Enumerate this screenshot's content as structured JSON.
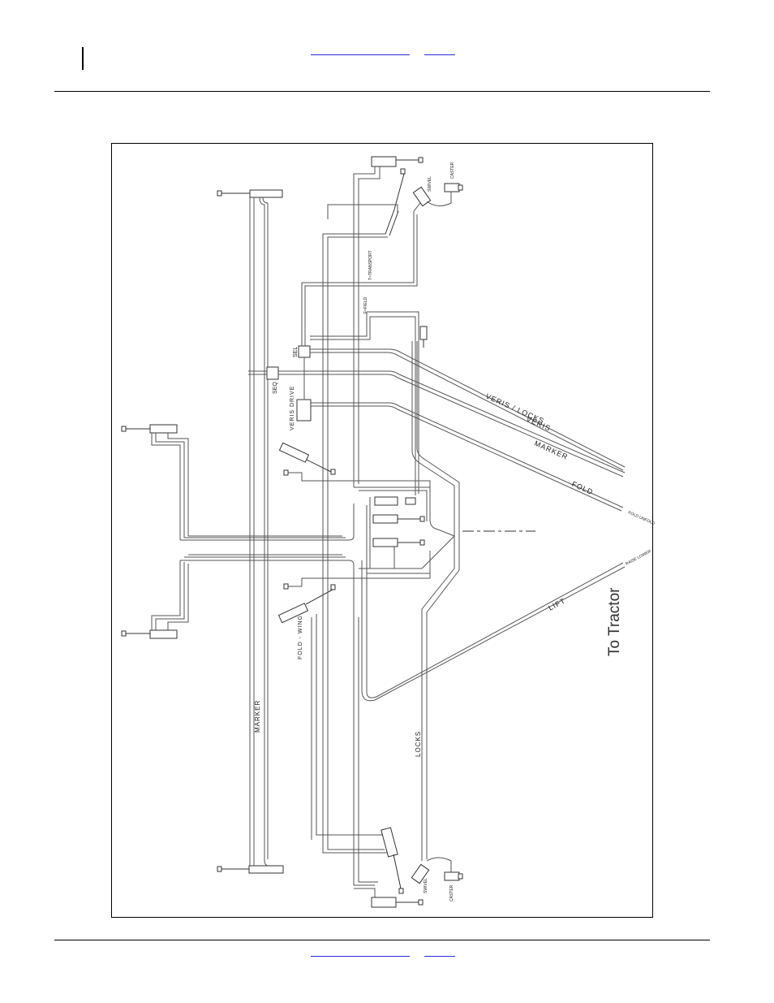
{
  "header": {
    "link_color": "#2a2ad4",
    "links": [
      "",
      ""
    ]
  },
  "footer": {
    "links": [
      "",
      ""
    ]
  },
  "diagram": {
    "labels": {
      "veris_locks": "VERIS / LOCKS",
      "veris": "VERIS",
      "marker": "MARKER",
      "fold": "FOLD",
      "fold_unfold": "FOLD UNFOLD",
      "lift": "LIFT",
      "raise_lower": "RAISE LOWER",
      "to_tractor": "To Tractor",
      "marker_vertical": "MARKER",
      "locks": "LOCKS",
      "fold_wing": "FOLD - WING",
      "veris_drive": "VERIS DRIVE",
      "seq": "SEQ",
      "sel": "SEL",
      "transport": "T=TRANSPORT",
      "field": "F=FIELD",
      "swivel_top": "SWIVEL",
      "caster_top": "CASTER",
      "swivel_bottom": "SWIVEL",
      "caster_bottom": "CASTER"
    }
  }
}
